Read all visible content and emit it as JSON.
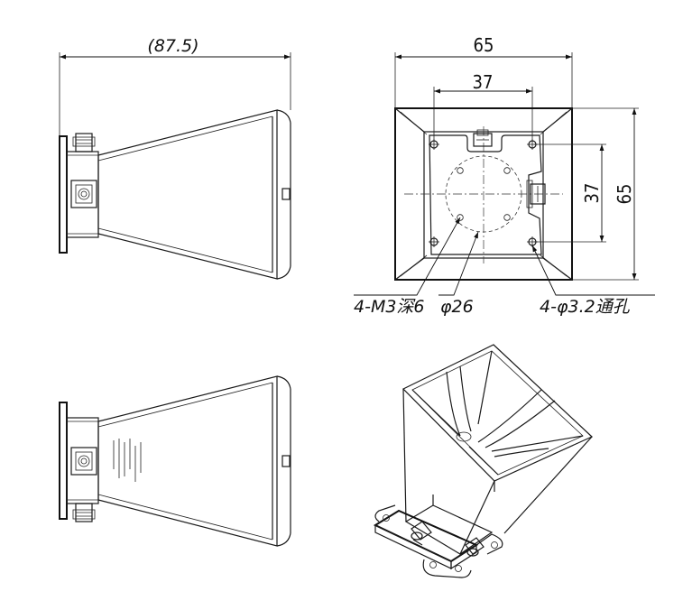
{
  "dimensions": {
    "side_length": "(87.5)",
    "front_width": "65",
    "hole_spacing_h": "37",
    "hole_spacing_v": "37",
    "front_height": "65"
  },
  "callouts": {
    "tapped_holes": "4-M3深6",
    "bolt_circle": "φ26",
    "through_holes": "4-φ3.2通孔"
  }
}
